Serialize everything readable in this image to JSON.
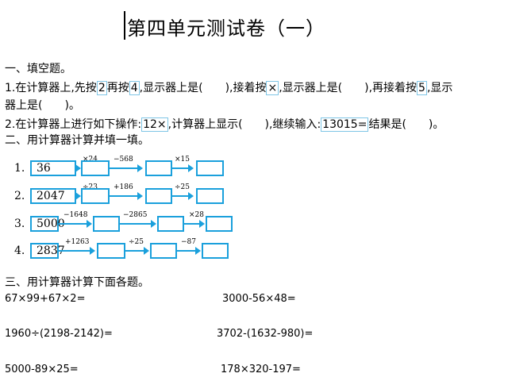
{
  "title": "第四单元测试卷（一）",
  "section1": {
    "heading": "一、填空题。",
    "q1": {
      "p1": "1.在计算器上,先按",
      "k1": "2",
      "p2": "再按",
      "k2": "4",
      "p3": ",显示器上是(　　),接着按",
      "k3": "×",
      "p4": ",显示器上是(　　),再接着按",
      "k4": "5",
      "p5": ",显示",
      "p6": "器上是(　　)。"
    },
    "q2": {
      "p1": "2.在计算器上进行如下操作:",
      "k1": "12×",
      "p2": ",计算器上显示(　　),继续输入:",
      "k2": "13015=",
      "p3": "结果是(　　)。"
    }
  },
  "section2": {
    "heading": "二、用计算器计算并填一填。",
    "rows": [
      {
        "num": "1.",
        "start": "36",
        "ops": [
          "×24",
          "−568",
          "×15"
        ]
      },
      {
        "num": "2.",
        "start": "2047",
        "ops": [
          "÷23",
          "+186",
          "÷25"
        ]
      },
      {
        "num": "3.",
        "start": "5000",
        "ops": [
          "−1648",
          "−2865",
          "×28"
        ]
      },
      {
        "num": "4.",
        "start": "2837",
        "ops": [
          "+1263",
          "÷25",
          "−87"
        ]
      }
    ]
  },
  "section3": {
    "heading": "三、用计算器计算下面各题。",
    "problems": [
      "67×99+67×2=",
      "3000-56×48=",
      "1960÷(2198-2142)=",
      "3702-(1632-980)=",
      "5000-89×25=",
      "178×320-197="
    ]
  }
}
